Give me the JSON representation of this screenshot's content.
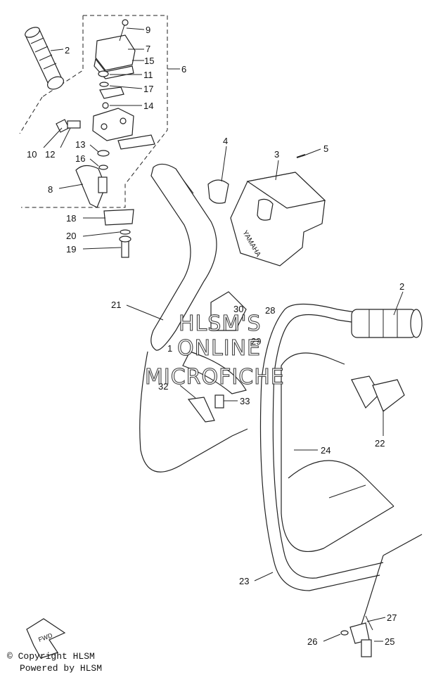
{
  "callouts": {
    "c1": "1",
    "c2a": "2",
    "c2b": "2",
    "c3": "3",
    "c4": "4",
    "c5": "5",
    "c6": "6",
    "c7": "7",
    "c8": "8",
    "c9": "9",
    "c10": "10",
    "c11": "11",
    "c12": "12",
    "c13": "13",
    "c14": "14",
    "c15": "15",
    "c16": "16",
    "c17": "17",
    "c18": "18",
    "c19": "19",
    "c20": "20",
    "c21": "21",
    "c22": "22",
    "c23": "23",
    "c24": "24",
    "c25": "25",
    "c26": "26",
    "c27": "27",
    "c28": "28",
    "c29": "29",
    "c30": "30",
    "c32": "32",
    "c33": "33"
  },
  "watermark": {
    "line1": "HLSM'S",
    "line2": "ONLINE",
    "line3": "MICROFICHE"
  },
  "housing_brand": "YAMAHA",
  "fwd_label": "FWD",
  "footer": {
    "copyright": "© Copyright HLSM",
    "powered": "Powered by HLSM"
  }
}
